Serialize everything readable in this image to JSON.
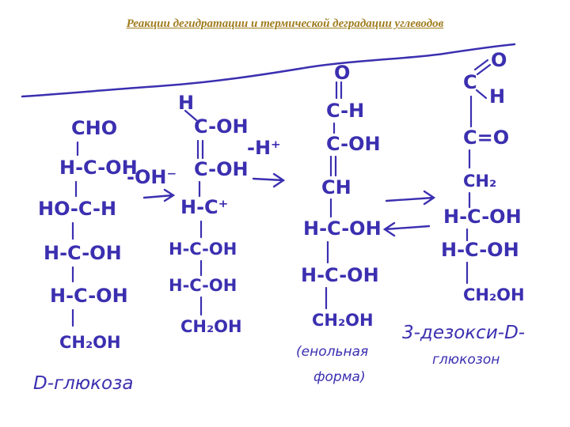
{
  "title": "Реакции дегидратации и термической деградации углеводов",
  "colors": {
    "ink": "#3b2fb0",
    "title": "#a07c1e",
    "background": "#ffffff"
  },
  "glucose": {
    "rows": [
      "CHO",
      "H-C-OH",
      "HO-C-H",
      "H-C-OH",
      "H-C-OH",
      "CH₂OH"
    ],
    "name": "D-глюкоза"
  },
  "step1": {
    "reagent": "-OH⁻"
  },
  "carbanion": {
    "top_h": "H",
    "top_oh": "C-OH",
    "rows": [
      "C-OH",
      "H-C⁺",
      "H-C-OH",
      "H-C-OH",
      "CH₂OH"
    ]
  },
  "step2": {
    "reagent": "-H⁺"
  },
  "enol": {
    "top": "O",
    "rows": [
      "C-H",
      "C-OH",
      "CH",
      "H-C-OH",
      "H-C-OH",
      "CH₂OH"
    ],
    "name_line1": "(енольная",
    "name_line2": "форма)"
  },
  "product": {
    "top_c": "C",
    "top_o": "O",
    "top_h": "H",
    "rows": [
      "C=O",
      "CH₂",
      "H-C-OH",
      "H-C-OH",
      "CH₂OH"
    ],
    "name_line1": "3-дезокси-D-",
    "name_line2": "глюкозон"
  }
}
